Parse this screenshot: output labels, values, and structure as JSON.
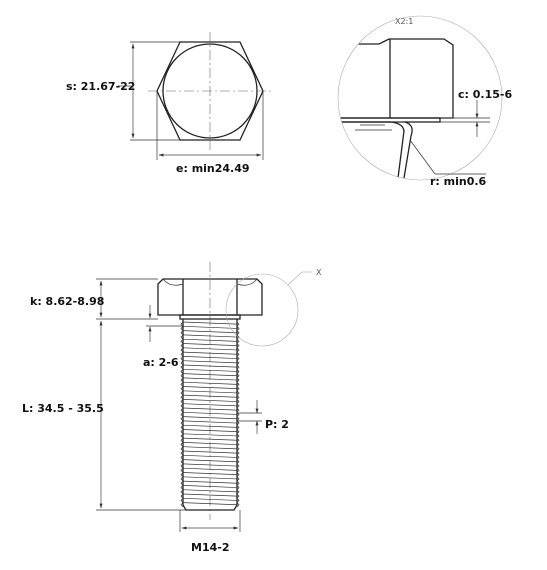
{
  "labels": {
    "width_across_flats": "s: 21.67-22",
    "width_across_corners": "e: min24.49",
    "detail_scale": "X2:1",
    "washer_face": "c: 0.15-6",
    "fillet_radius": "r: min0.6",
    "head_height": "k: 8.62-8.98",
    "detail_marker": "X",
    "thread_runout": "a: 2-6",
    "length": "L: 34.5 - 35.5",
    "pitch": "P: 2",
    "thread_size": "M14-2"
  }
}
